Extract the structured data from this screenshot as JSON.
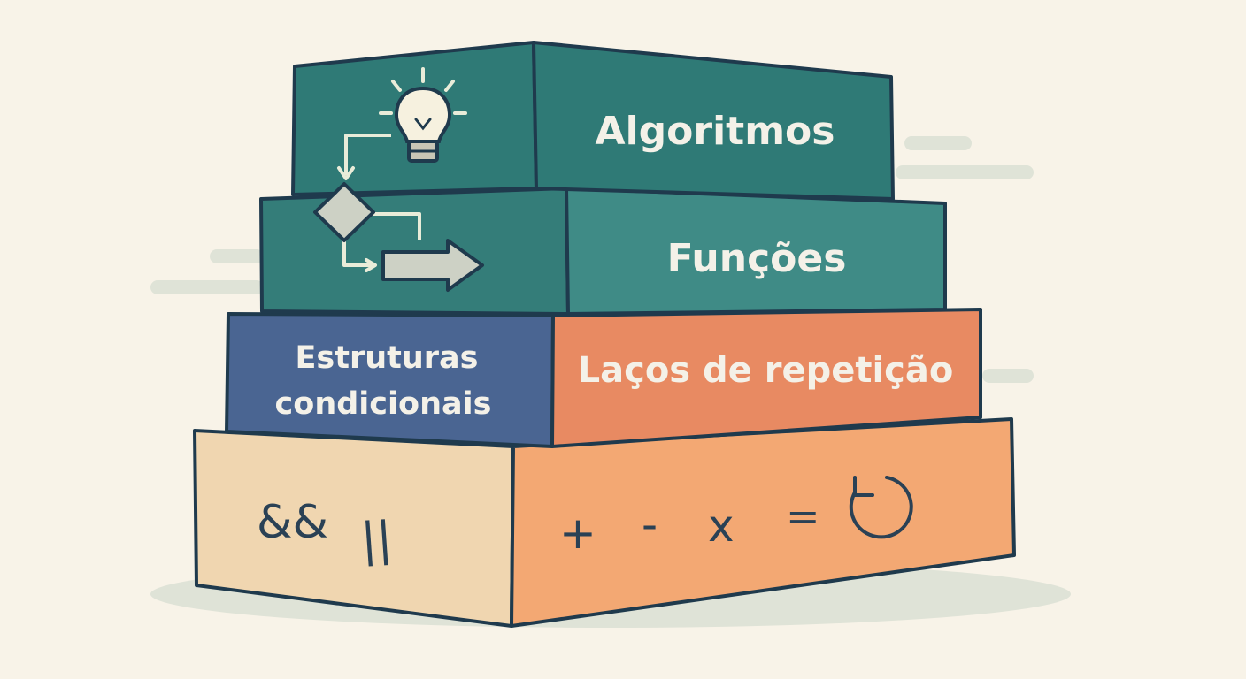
{
  "layers": {
    "algoritmos": "Algoritmos",
    "funcoes": "Funções",
    "estruturas_line1": "Estruturas",
    "estruturas_line2": "condicionais",
    "lacos": "Laços de repetição"
  },
  "base": {
    "logic_and": "&&",
    "logic_or": "||",
    "op_plus": "+",
    "op_minus": "-",
    "op_times": "x",
    "op_equals": "="
  },
  "colors": {
    "background": "#f8f3e8",
    "teal_dark": "#2f7a76",
    "teal_mid": "#3b8a86",
    "navy_blue": "#4a6592",
    "coral": "#e88a62",
    "sand": "#f0d6b0",
    "peach": "#f3a873",
    "outline": "#1f3a4d"
  },
  "icons": [
    "lightbulb-icon",
    "flowchart-icon",
    "loop-arrow-icon"
  ]
}
